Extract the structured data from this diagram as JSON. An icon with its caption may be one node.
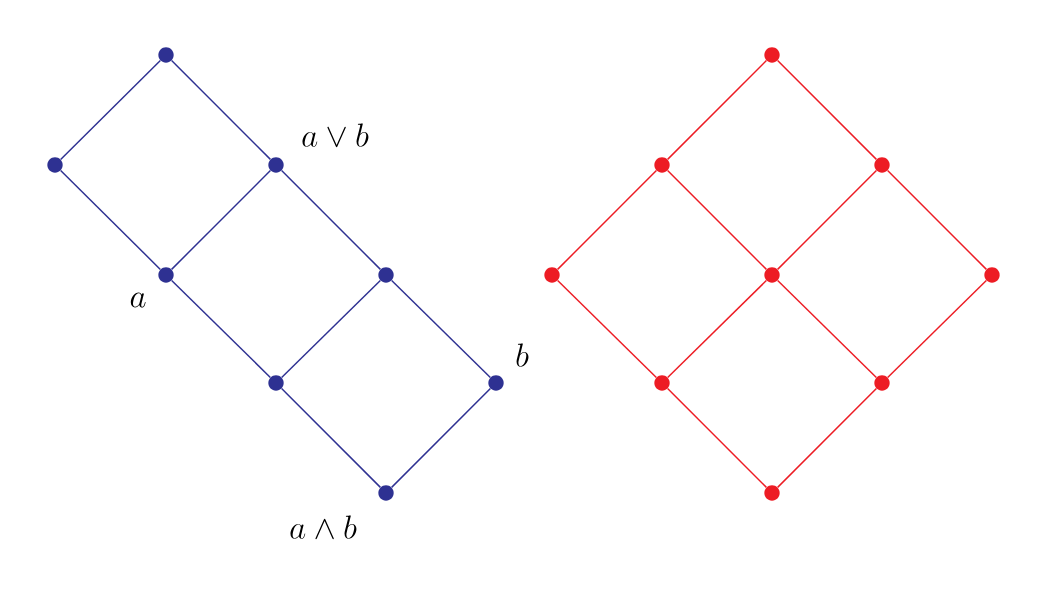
{
  "diagram": {
    "nodes": [
      {
        "text": [],
        "shape": "circle"
      },
      {
        "text": [],
        "shape": "circle"
      },
      {
        "text": [],
        "shape": "circle",
        "beside": [
          "a \\vee b"
        ]
      },
      {
        "text": [],
        "shape": "circle",
        "beside": [
          "a"
        ]
      },
      {
        "text": [],
        "shape": "circle"
      },
      {
        "text": [],
        "shape": "circle"
      },
      {
        "text": [],
        "shape": "circle",
        "beside": [
          "b"
        ]
      },
      {
        "text": [],
        "shape": "circle",
        "beside": [
          "a \\wedge b"
        ]
      },
      {
        "text": [],
        "shape": "circle"
      },
      {
        "text": [],
        "shape": "circle"
      },
      {
        "text": [],
        "shape": "circle"
      },
      {
        "text": [],
        "shape": "circle"
      },
      {
        "text": [],
        "shape": "circle"
      },
      {
        "text": [],
        "shape": "circle"
      },
      {
        "text": [],
        "shape": "circle"
      },
      {
        "text": [],
        "shape": "circle"
      },
      {
        "text": [],
        "shape": "circle"
      }
    ],
    "edges": [
      {
        "from": 0,
        "to": 1,
        "arrow": "none",
        "color": "#2e3192"
      },
      {
        "from": 0,
        "to": 2,
        "arrow": "none",
        "color": "#2e3192"
      },
      {
        "from": 1,
        "to": 3,
        "arrow": "none",
        "color": "#2e3192"
      },
      {
        "from": 2,
        "to": 3,
        "arrow": "none",
        "color": "#2e3192"
      },
      {
        "from": 2,
        "to": 4,
        "arrow": "none",
        "color": "#2e3192"
      },
      {
        "from": 3,
        "to": 5,
        "arrow": "none",
        "color": "#2e3192"
      },
      {
        "from": 4,
        "to": 5,
        "arrow": "none",
        "color": "#2e3192"
      },
      {
        "from": 4,
        "to": 6,
        "arrow": "none",
        "color": "#2e3192"
      },
      {
        "from": 5,
        "to": 7,
        "arrow": "none",
        "color": "#2e3192"
      },
      {
        "from": 6,
        "to": 7,
        "arrow": "none",
        "color": "#2e3192"
      },
      {
        "from": 8,
        "to": 9,
        "arrow": "none"
      },
      {
        "from": 8,
        "to": 10,
        "arrow": "none"
      },
      {
        "from": 9,
        "to": 11,
        "arrow": "none"
      },
      {
        "from": 9,
        "to": 12,
        "arrow": "none"
      },
      {
        "from": 10,
        "to": 12,
        "arrow": "none"
      },
      {
        "from": 10,
        "to": 13,
        "arrow": "none"
      },
      {
        "from": 11,
        "to": 14,
        "arrow": "none"
      },
      {
        "from": 12,
        "to": 14,
        "arrow": "none"
      },
      {
        "from": 12,
        "to": 15,
        "arrow": "none"
      },
      {
        "from": 13,
        "to": 15,
        "arrow": "none"
      },
      {
        "from": 14,
        "to": 16,
        "arrow": "none"
      },
      {
        "from": 15,
        "to": 16,
        "arrow": "none"
      }
    ]
  }
}
